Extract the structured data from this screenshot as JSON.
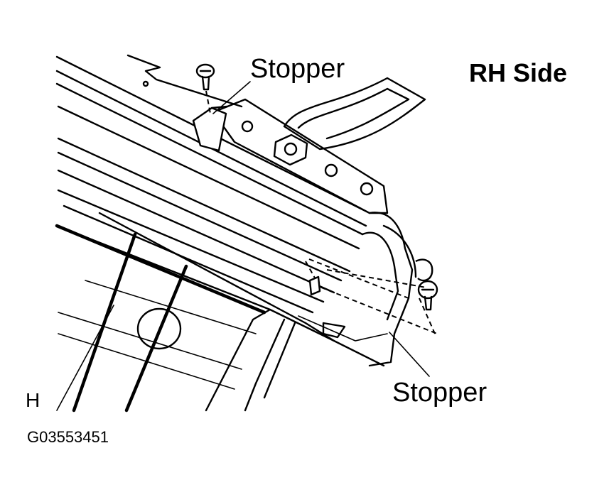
{
  "labels": {
    "stopper_top": "Stopper",
    "side": "RH Side",
    "stopper_bottom": "Stopper",
    "view_letter": "H",
    "figure_code": "G03553451"
  }
}
